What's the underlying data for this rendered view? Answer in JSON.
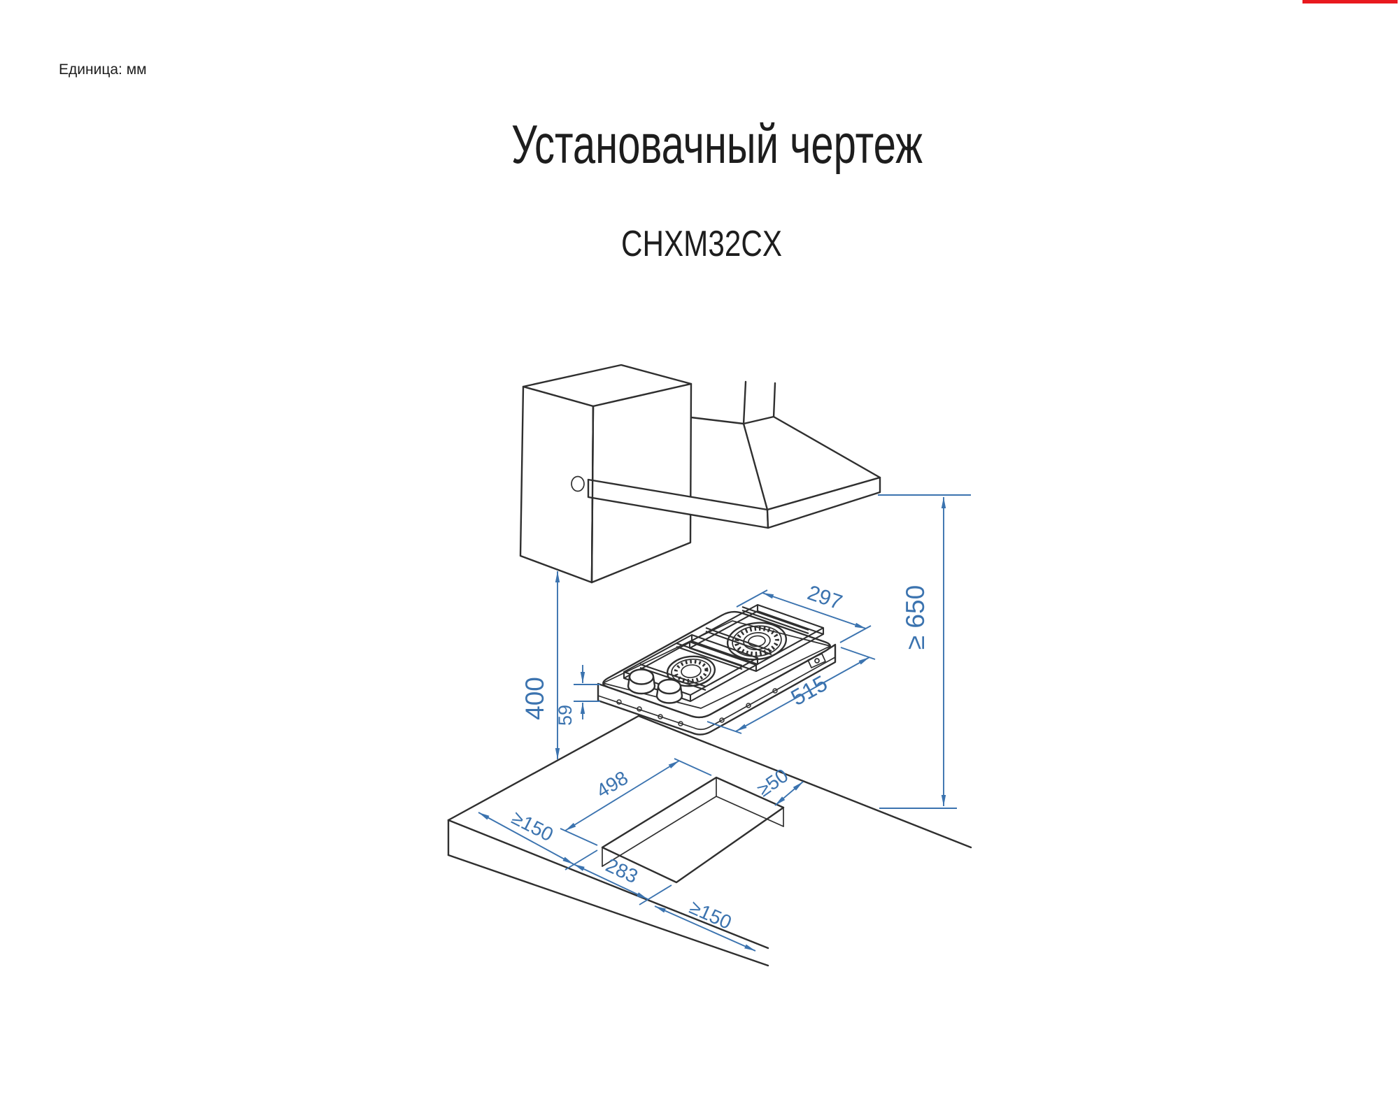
{
  "document": {
    "unit_note": "Единица: мм",
    "title": "Установачный чертеж",
    "model": "CHXM32CX"
  },
  "colors": {
    "line": "#2f2f2f",
    "dimension": "#3b73af",
    "accent_bar": "#e8191f",
    "background": "#ffffff"
  },
  "dimensions_mm": {
    "hob_width": "297",
    "hob_depth": "515",
    "hob_body_height": "59",
    "cabinet_to_counter": "400",
    "hood_clearance_min": "≥ 650",
    "cutout_length": "498",
    "cutout_width": "283",
    "left_clearance_min": "≥150",
    "front_clearance_min": "≥150",
    "rear_clearance_min": "≥50"
  }
}
